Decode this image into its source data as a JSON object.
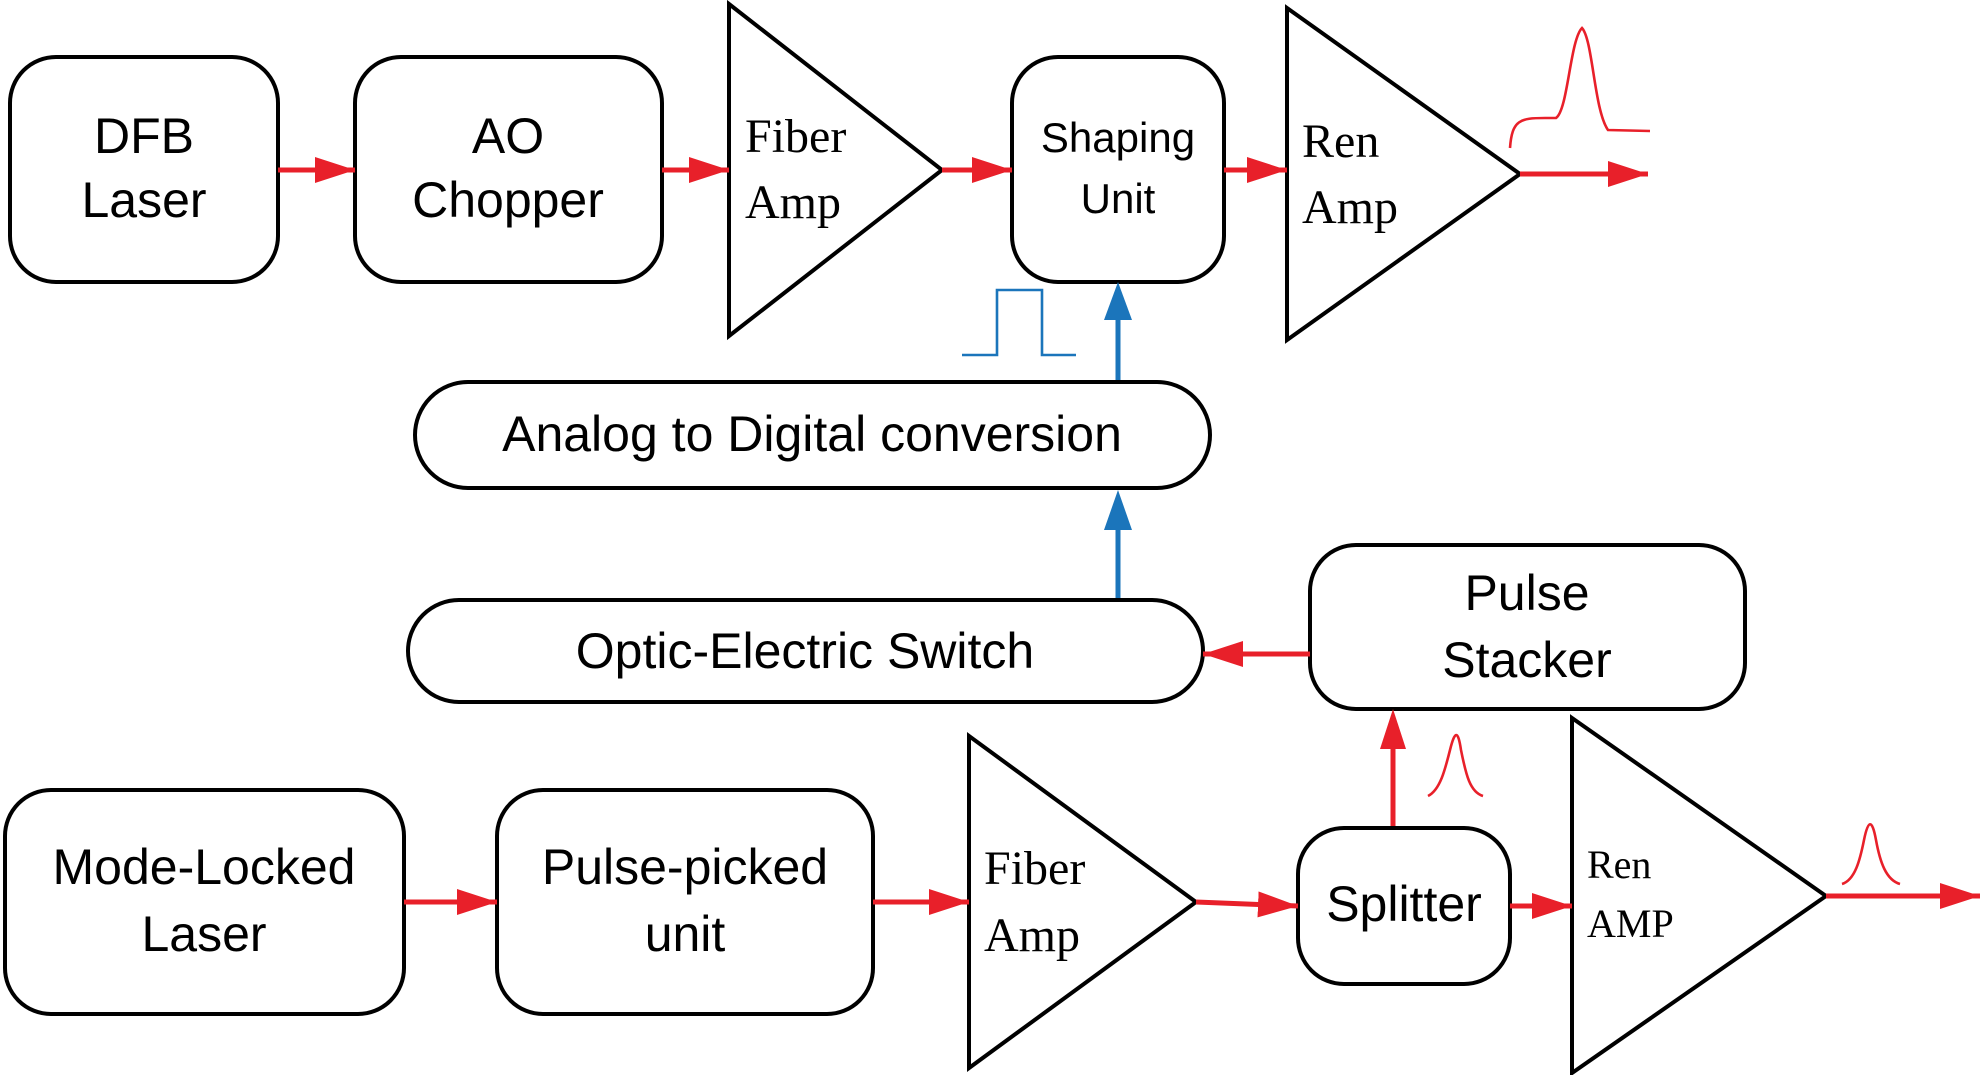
{
  "blocks": {
    "dfb_laser": [
      "DFB",
      "Laser"
    ],
    "ao_chopper": [
      "AO",
      "Chopper"
    ],
    "fiber_amp_top": [
      "Fiber",
      "Amp"
    ],
    "shaping_unit": [
      "Shaping",
      "Unit"
    ],
    "ren_amp_top": [
      "Ren",
      "Amp"
    ],
    "adc": "Analog to Digital conversion",
    "oe_switch": "Optic-Electric Switch",
    "pulse_stacker": [
      "Pulse",
      "Stacker"
    ],
    "mode_locked_laser": [
      "Mode-Locked",
      "Laser"
    ],
    "pulse_picked_unit": [
      "Pulse-picked",
      "unit"
    ],
    "fiber_amp_bottom": [
      "Fiber",
      "Amp"
    ],
    "splitter": "Splitter",
    "ren_amp_bottom": [
      "Ren",
      "AMP"
    ]
  },
  "colors": {
    "optical_path": "#e8202a",
    "electrical_path": "#1b75bb",
    "outline": "#000000"
  }
}
